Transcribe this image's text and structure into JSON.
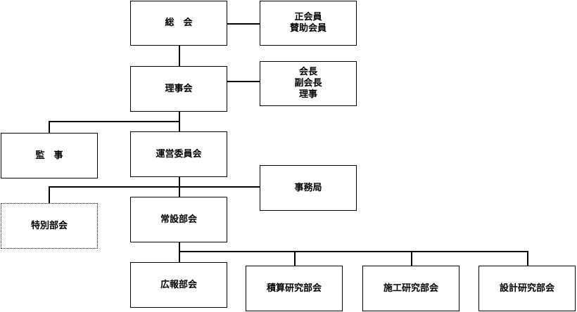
{
  "org_chart": {
    "general_assembly": "総　会",
    "members": "正会員\n賛助会員",
    "board": "理事会",
    "officers": "会長\n副会長\n理事",
    "auditor": "監　事",
    "steering_committee": "運営委員会",
    "secretariat": "事務局",
    "special_committee": "特別部会",
    "standing_committee": "常設部会",
    "pr_committee": "広報部会",
    "estimation_committee": "積算研究部会",
    "construction_committee": "施工研究部会",
    "design_committee": "設計研究部会"
  }
}
